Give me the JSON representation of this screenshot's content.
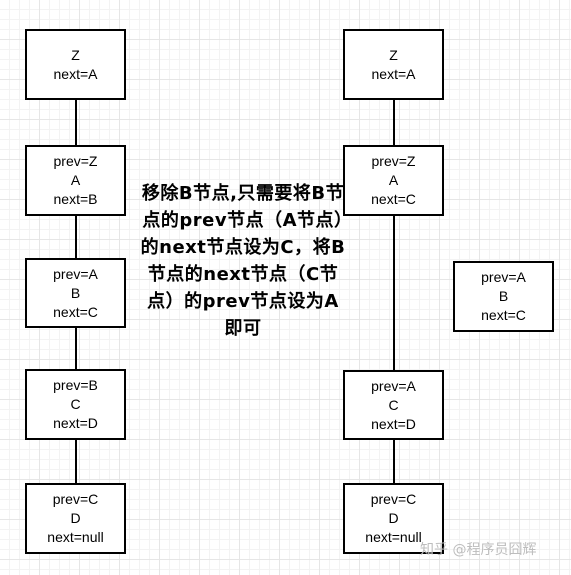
{
  "left_list": [
    [
      "Z",
      "next=A"
    ],
    [
      "prev=Z",
      "A",
      "next=B"
    ],
    [
      "prev=A",
      "B",
      "next=C"
    ],
    [
      "prev=B",
      "C",
      "next=D"
    ],
    [
      "prev=C",
      "D",
      "next=null"
    ]
  ],
  "right_list": [
    [
      "Z",
      "next=A"
    ],
    [
      "prev=Z",
      "A",
      "next=C"
    ],
    [
      "prev=A",
      "C",
      "next=D"
    ],
    [
      "prev=C",
      "D",
      "next=null"
    ]
  ],
  "removed_node": [
    "prev=A",
    "B",
    "next=C"
  ],
  "caption": "移除B节点,只需要将B节点的prev节点（A节点）的next节点设为C，将B节点的next节点（C节点）的prev节点设为A即可",
  "watermark": "知乎 @程序员囧辉"
}
